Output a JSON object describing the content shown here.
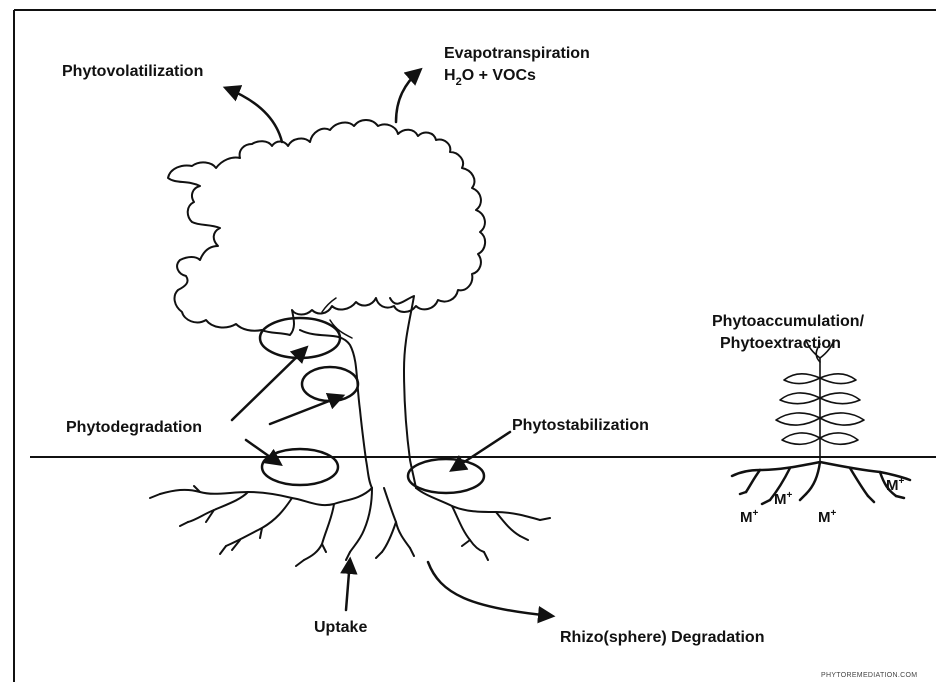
{
  "labels": {
    "phytovolatilization": "Phytovolatilization",
    "evapotranspiration": "Evapotranspiration",
    "h2o_h": "H",
    "h2o_sub": "2",
    "h2o_rest": "O + VOCs",
    "phytoaccumulation": "Phytoaccumulation/",
    "phytoextraction": "Phytoextraction",
    "phytodegradation": "Phytodegradation",
    "phytostabilization": "Phytostabilization",
    "uptake": "Uptake",
    "rhizo": "Rhizo(sphere) Degradation",
    "metal_m": "M",
    "metal_sup": "+",
    "credit": "PHYTOREMEDIATION.COM"
  },
  "colors": {
    "ink": "#111111",
    "background": "#ffffff",
    "credit": "#444444"
  }
}
